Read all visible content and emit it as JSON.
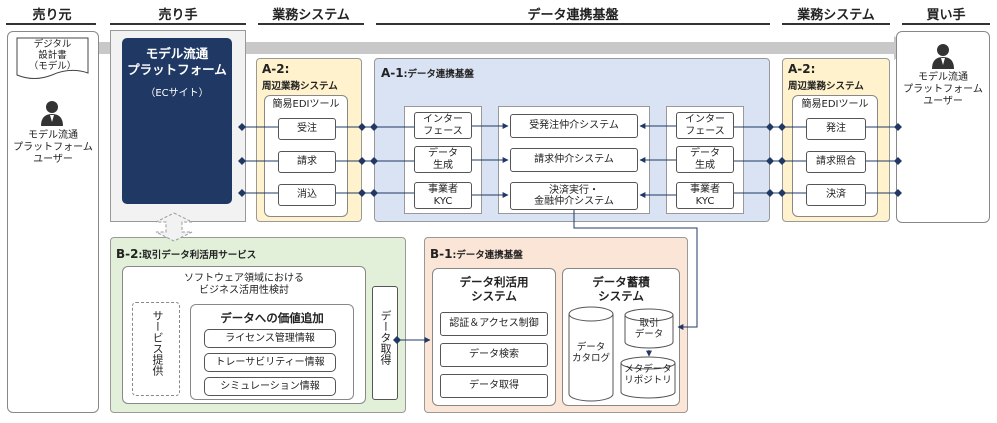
{
  "headers": {
    "seller_src": "売り元",
    "seller": "売り手",
    "biz_left": "業務システム",
    "platform": "データ連携基盤",
    "biz_right": "業務システム",
    "buyer": "買い手"
  },
  "left_column": {
    "doc_label": "デジタル\n設計書\n（モデル）",
    "user_label": "モデル流通\nプラットフォーム\nユーザー"
  },
  "seller_box": {
    "title": "モデル流通\nプラットフォーム",
    "subtitle": "（ECサイト）"
  },
  "a2_left": {
    "code": "A-2:",
    "name": "周辺業務システム",
    "edi": "簡易EDIツール",
    "items": [
      "受注",
      "請求",
      "消込"
    ]
  },
  "a1": {
    "code": "A-1",
    "name": ":データ連携基盤",
    "left_items": [
      "インター\nフェース",
      "データ\n生成",
      "事業者\nKYC"
    ],
    "center_items": [
      "受発注仲介システム",
      "請求仲介システム",
      "決済実行・\n金融仲介システム"
    ],
    "right_items": [
      "インター\nフェース",
      "データ\n生成",
      "事業者\nKYC"
    ]
  },
  "a2_right": {
    "code": "A-2:",
    "name": "周辺業務システム",
    "edi": "簡易EDIツール",
    "items": [
      "発注",
      "請求照合",
      "決済"
    ]
  },
  "buyer_box": {
    "user_label": "モデル流通\nプラットフォーム\nユーザー"
  },
  "b2": {
    "code": "B-2",
    "name": ":取引データ利活用サービス",
    "study": "ソフトウェア領域における\nビジネス活用性検討",
    "service": "サービス提供",
    "value_title": "データへの価値追加",
    "value_items": [
      "ライセンス管理情報",
      "トレーサビリティー情報",
      "シミュレーション情報"
    ],
    "acquire": "データ取得"
  },
  "b1": {
    "code": "B-1",
    "name": ":データ連携基盤",
    "use_title": "データ利活用\nシステム",
    "use_items": [
      "認証＆アクセス制御",
      "データ検索",
      "データ取得"
    ],
    "store_title": "データ蓄積\nシステム",
    "catalog": "データ\nカタログ",
    "trade_data": "取引\nデータ",
    "meta_repo": "メタデータ\nリポジトリ"
  },
  "colors": {
    "navy": "#1f3864",
    "a1_fill": "#dae3f3",
    "a2_fill": "#fff2cc",
    "b1_fill": "#fbe5d6",
    "b2_fill": "#e2f0d9",
    "gray_arrow": "#c8c8c8"
  }
}
